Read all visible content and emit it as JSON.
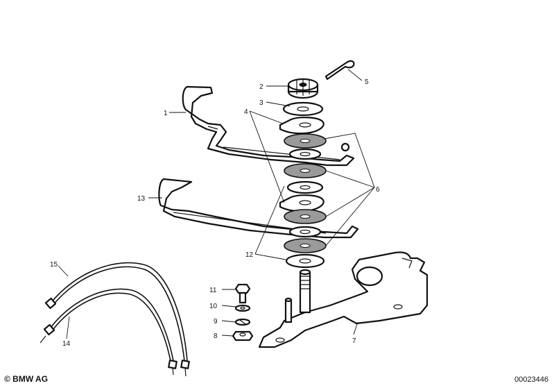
{
  "callouts": [
    "1",
    "2",
    "3",
    "4",
    "5",
    "6",
    "7",
    "8",
    "9",
    "10",
    "11",
    "12",
    "13",
    "14",
    "15"
  ],
  "footer": {
    "copyright": "© BMW AG",
    "doc_number": "00023446"
  }
}
